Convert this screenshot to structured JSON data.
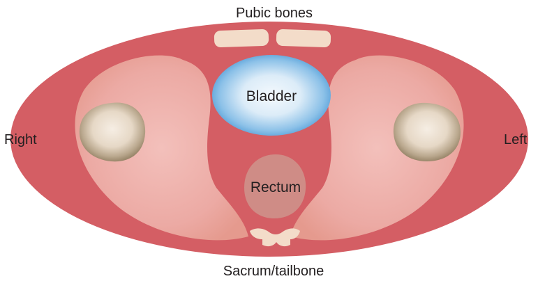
{
  "labels": {
    "top": "Pubic bones",
    "bottom": "Sacrum/tailbone",
    "left_side": "Right",
    "right_side": "Left",
    "bladder": "Bladder",
    "rectum": "Rectum"
  },
  "colors": {
    "body_outer": "#d45e64",
    "muscle_fill": "#e79d95",
    "muscle_center": "#f0b7b2",
    "bone": "#f3dcc9",
    "femur_head_outer": "#a69479",
    "femur_head_inner": "#f2e8dd",
    "bladder_outer": "#5ca4da",
    "bladder_inner": "#eef6fc",
    "rectum": "#cf8c86",
    "text": "#231f20"
  }
}
